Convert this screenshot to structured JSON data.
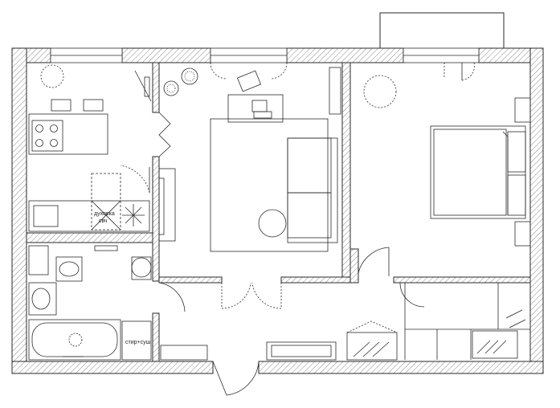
{
  "labels": {
    "oven": "духовка",
    "microwave": "свч",
    "washer_dryer": "стир+суш"
  },
  "colors": {
    "line": "#2a2a2a",
    "hatch": "#8a8a8a",
    "dashed": "#555555",
    "background": "#ffffff"
  },
  "icons": [
    "stove-icon",
    "sink-icon",
    "toilet-icon",
    "bathtub-icon",
    "bed-icon",
    "sofa-icon",
    "plant-icon",
    "laptop-icon",
    "chair-icon",
    "door-icon"
  ]
}
